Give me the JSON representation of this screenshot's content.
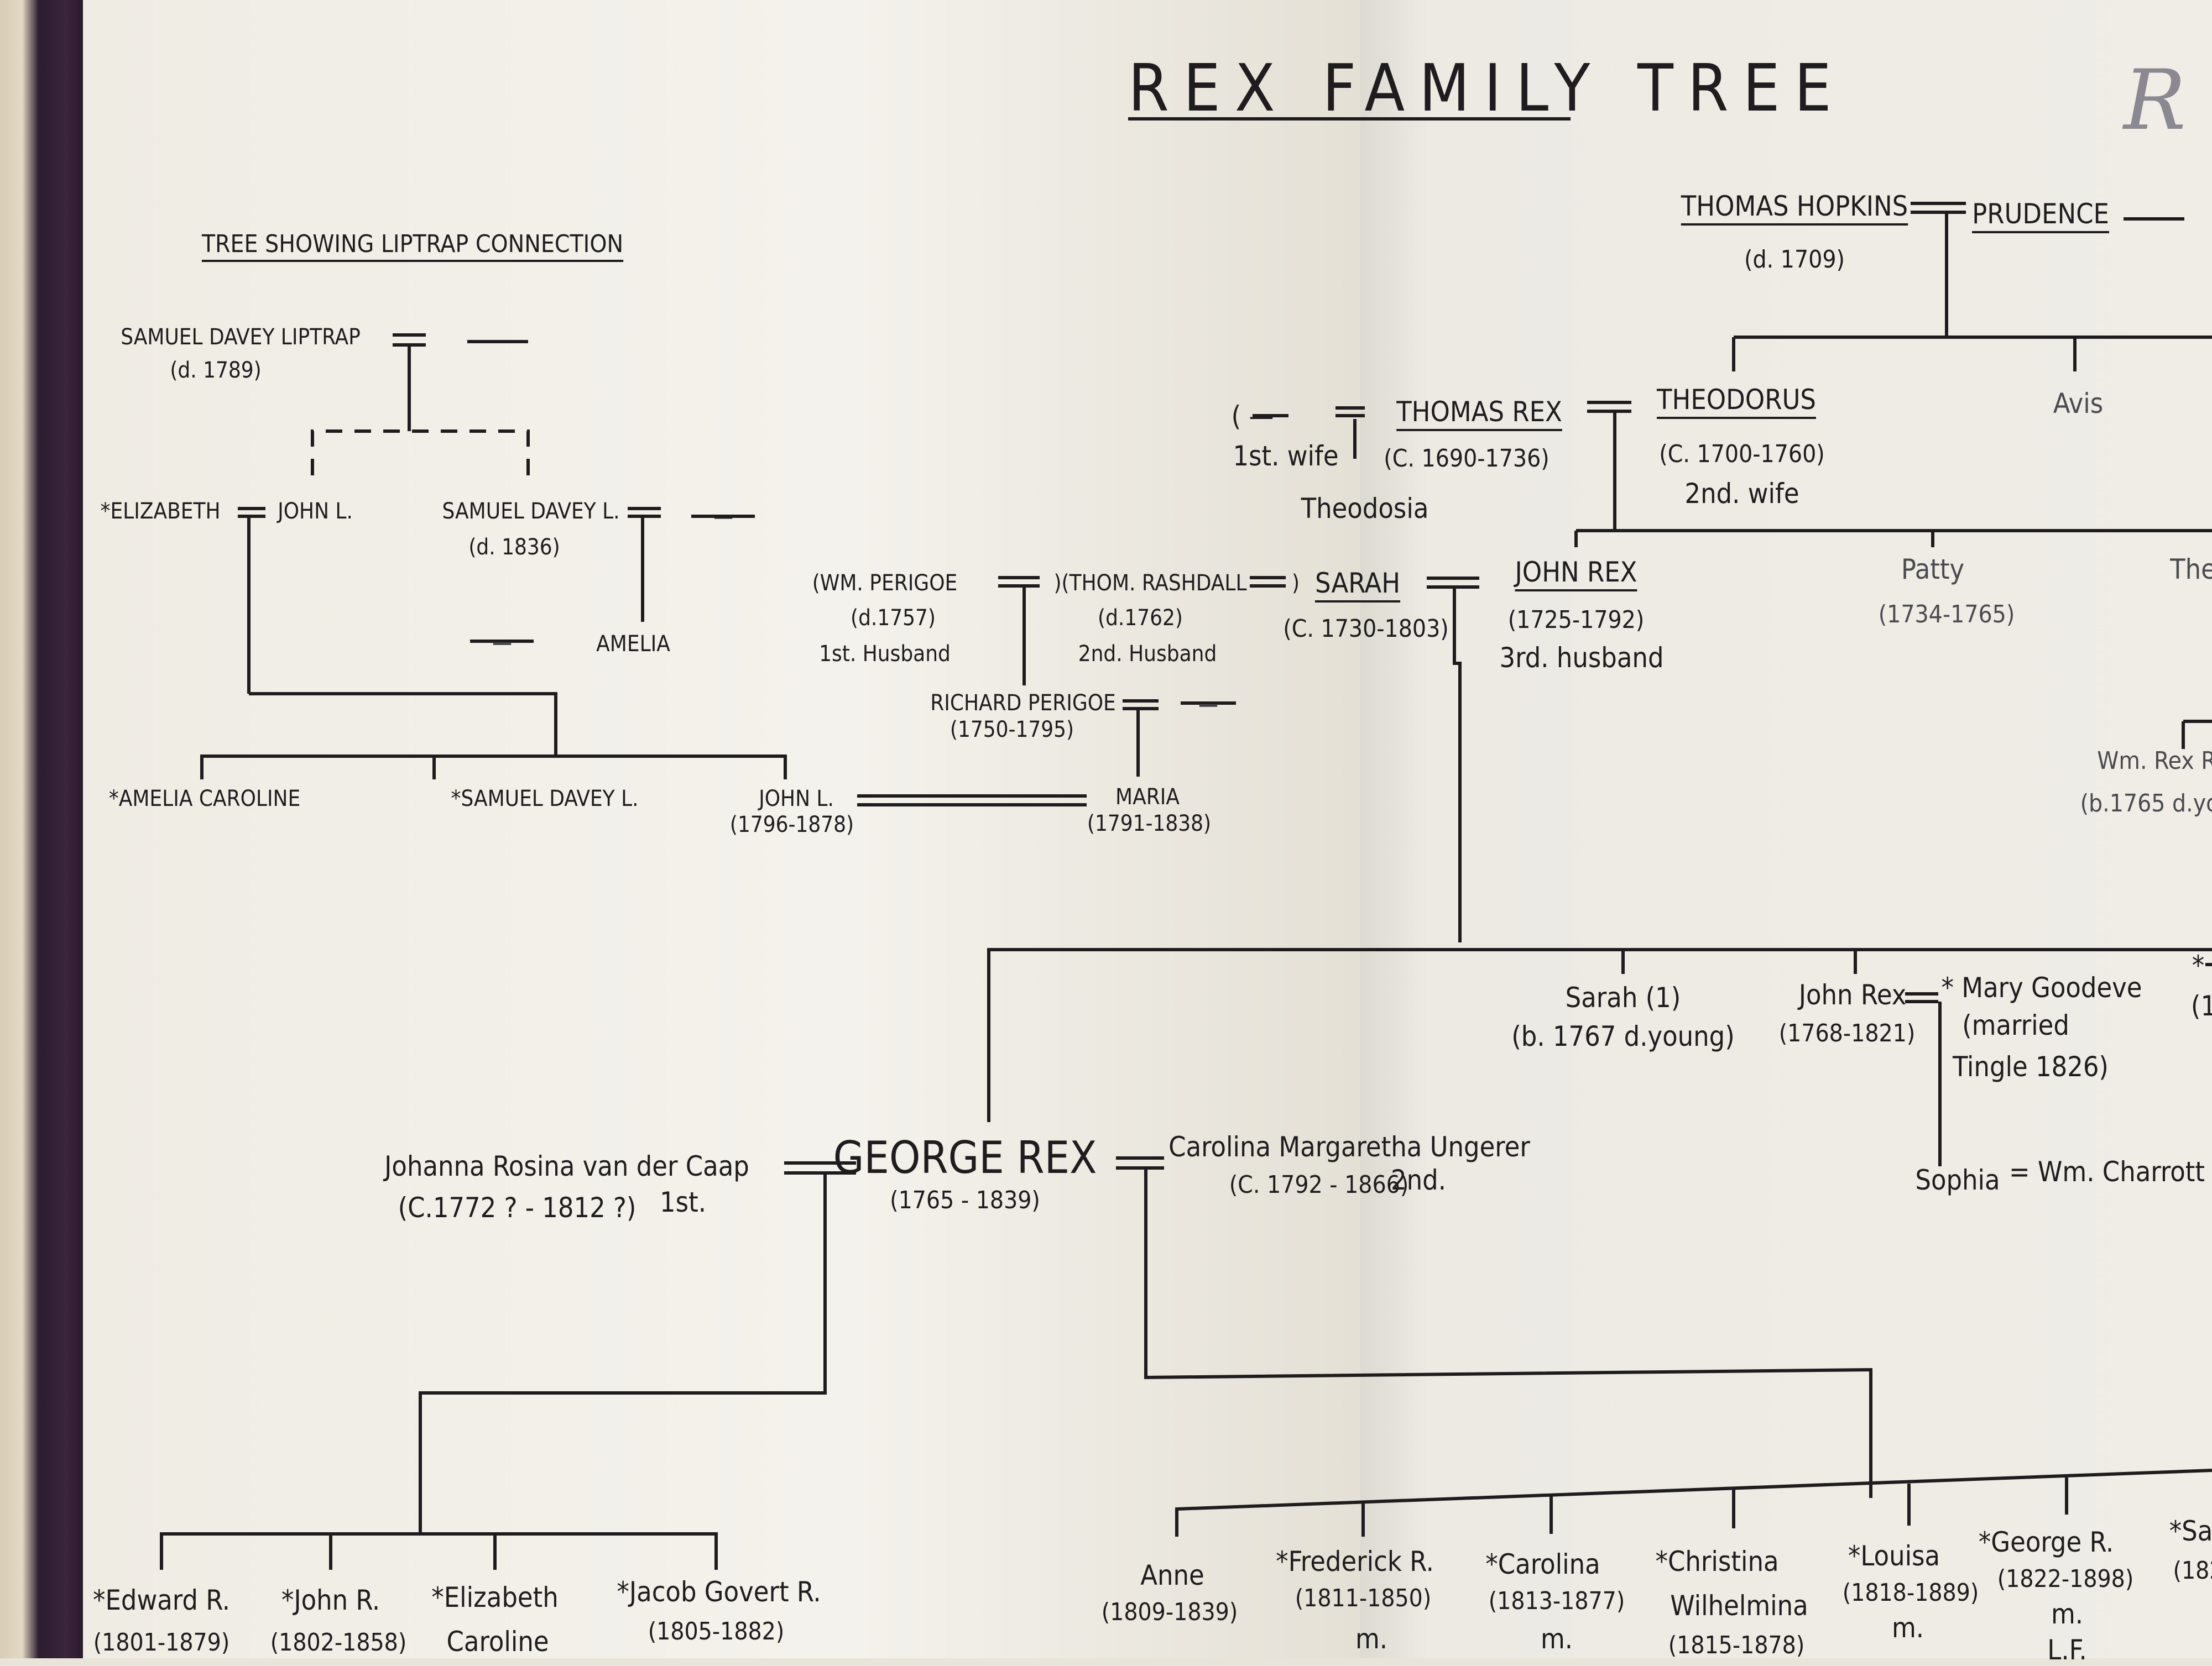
{
  "title": "REX FAMILY TREE",
  "corner_mark": "R",
  "subtitle": "TREE SHOWING LIPTRAP CONNECTION",
  "liptrap": {
    "samuel_davey_liptrap": "SAMUEL DAVEY LIPTRAP",
    "samuel_davey_liptrap_dates": "(d. 1789)",
    "unknown_spouse": "—",
    "elizabeth": "*ELIZABETH",
    "john_l_parent": "JOHN L.",
    "samuel_davey_l": "SAMUEL DAVEY L.",
    "samuel_davey_l_dates": "(d. 1836)",
    "samuel_davey_l_spouse": "—",
    "amelia_spouse": "—",
    "amelia": "AMELIA",
    "amelia_caroline": "*AMELIA CAROLINE",
    "samuel_davey_l_child": "*SAMUEL DAVEY L.",
    "john_l_child": "JOHN L.",
    "john_l_child_dates": "(1796-1878)"
  },
  "perigoe": {
    "wm_perigoe": "(WM. PERIGOE",
    "wm_perigoe_dates": "(d.1757)",
    "wm_perigoe_role": "1st. Husband",
    "thom_rashdall": ")(THOM. RASHDALL",
    "thom_rashdall_dates": "(d.1762)",
    "thom_rashdall_role": "2nd. Husband",
    "rashdall_close": ")",
    "richard_perigoe": "RICHARD PERIGOE",
    "richard_perigoe_dates": "(1750-1795)",
    "richard_perigoe_spouse": "—",
    "maria": "MARIA",
    "maria_dates": "(1791-1838)"
  },
  "rex": {
    "first_wife_placeholder": "( —",
    "first_wife_label": "1st. wife",
    "thomas_rex": "THOMAS REX",
    "thomas_rex_dates": "(C. 1690-1736)",
    "theodosia": "Theodosia",
    "theodorus": "THEODORUS",
    "theodorus_dates": "(C. 1700-1760)",
    "theodorus_role": "2nd. wife",
    "thomas_hopkins": "THOMAS HOPKINS",
    "thomas_hopkins_dates": "(d. 1709)",
    "prudence": "PRUDENCE",
    "prudence_spouse": "—",
    "avis": "Avis",
    "sarah": "SARAH",
    "sarah_dates": "(C. 1730-1803)",
    "john_rex": "JOHN REX",
    "john_rex_dates": "(1725-1792)",
    "john_rex_role": "3rd. husband",
    "patty": "Patty",
    "patty_dates": "(1734-1765)",
    "the_partial": "The",
    "wm_rex_partial": "Wm. Rex R",
    "wm_rex_partial_dates": "(b.1765 d.you",
    "sarah_child": "Sarah (1)",
    "sarah_child_dates": "(b. 1767 d.young)",
    "john_rex_child": "John Rex",
    "john_rex_child_dates": "(1768-1821)",
    "mary_goodeve": "* Mary Goodeve",
    "mary_goodeve_note1": "(married",
    "mary_goodeve_note2": "Tingle 1826)",
    "sophia": "Sophia",
    "wm_charrott": "= Wm. Charrott",
    "edge_star": "*",
    "edge_paren": "(1"
  },
  "george": {
    "johanna": "Johanna Rosina van der Caap",
    "johanna_dates": "(C.1772 ? - 1812 ?)",
    "johanna_role": "1st.",
    "george_rex": "GEORGE REX",
    "george_rex_dates": "(1765 - 1839)",
    "carolina": "Carolina Margaretha Ungerer",
    "carolina_dates": "(C. 1792 - 1866)",
    "carolina_role": "2nd."
  },
  "children_first": [
    {
      "name": "*Edward R.",
      "dates": "(1801-1879)"
    },
    {
      "name": "*John R.",
      "dates": "(1802-1858)"
    },
    {
      "name": "*Elizabeth",
      "name2": "Caroline"
    },
    {
      "name": "*Jacob Govert R.",
      "dates": "(1805-1882)"
    }
  ],
  "children_second": [
    {
      "name": "Anne",
      "dates": "(1809-1839)"
    },
    {
      "name": "*Frederick R.",
      "dates": "(1811-1850)",
      "note": "m."
    },
    {
      "name": "*Carolina",
      "dates": "(1813-1877)",
      "note": "m."
    },
    {
      "name": "*Christina",
      "name2": "Wilhelmina",
      "dates": "(1815-1878)"
    },
    {
      "name": "*Louisa",
      "dates": "(1818-1889)",
      "note": "m."
    },
    {
      "name": "*George R.",
      "dates": "(1822-1898)",
      "note": "m.",
      "note2": "L.F."
    },
    {
      "name": "*Sa",
      "dates": "(182"
    }
  ]
}
